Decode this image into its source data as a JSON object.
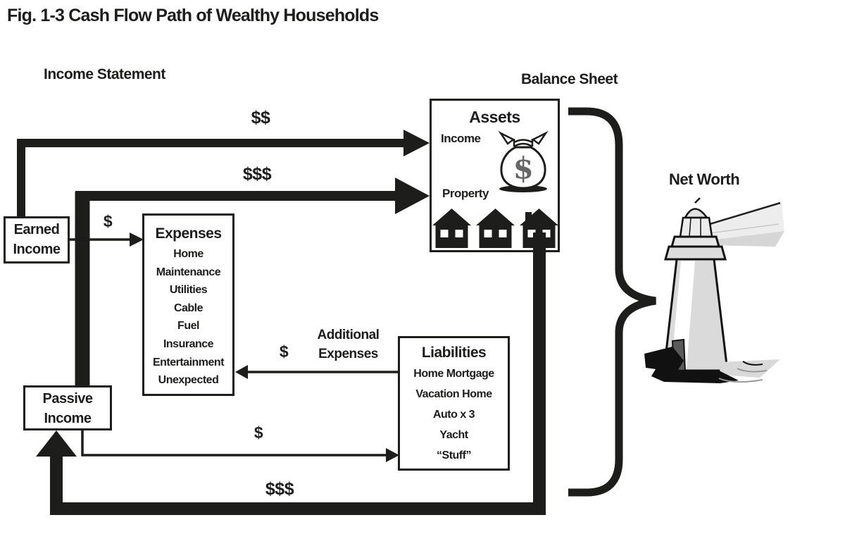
{
  "figure": {
    "title": "Fig. 1-3 Cash Flow Path of Wealthy Households"
  },
  "sections": {
    "income_statement": "Income Statement",
    "balance_sheet": "Balance Sheet",
    "net_worth": "Net Worth"
  },
  "boxes": {
    "earned_income": {
      "line1": "Earned",
      "line2": "Income"
    },
    "passive_income": {
      "line1": "Passive",
      "line2": "Income"
    },
    "expenses": {
      "title": "Expenses",
      "items": [
        "Home",
        "Maintenance",
        "Utilities",
        "Cable",
        "Fuel",
        "Insurance",
        "Entertainment",
        "Unexpected"
      ]
    },
    "liabilities": {
      "title": "Liabilities",
      "items": [
        "Home Mortgage",
        "Vacation Home",
        "Auto x 3",
        "Yacht",
        "“Stuff”"
      ]
    },
    "assets": {
      "title": "Assets",
      "income_label": "Income",
      "property_label": "Property"
    }
  },
  "flows": {
    "earned_to_assets": "$$",
    "passive_to_assets": "$$$",
    "earned_to_expenses": "$",
    "liabilities_to_expenses": "$",
    "additional_expenses_line1": "Additional",
    "additional_expenses_line2": "Expenses",
    "passive_to_liabilities": "$",
    "assets_to_passive": "$$$"
  },
  "icons": {
    "money_bag": "money-bag-icon",
    "money_bag_symbol": "$",
    "houses": "house-icon",
    "lighthouse": "lighthouse-illustration",
    "brace": "net-worth-brace"
  },
  "colors": {
    "ink": "#1d1d1b",
    "background": "#ffffff",
    "money_bag_dollar": "#666666"
  }
}
